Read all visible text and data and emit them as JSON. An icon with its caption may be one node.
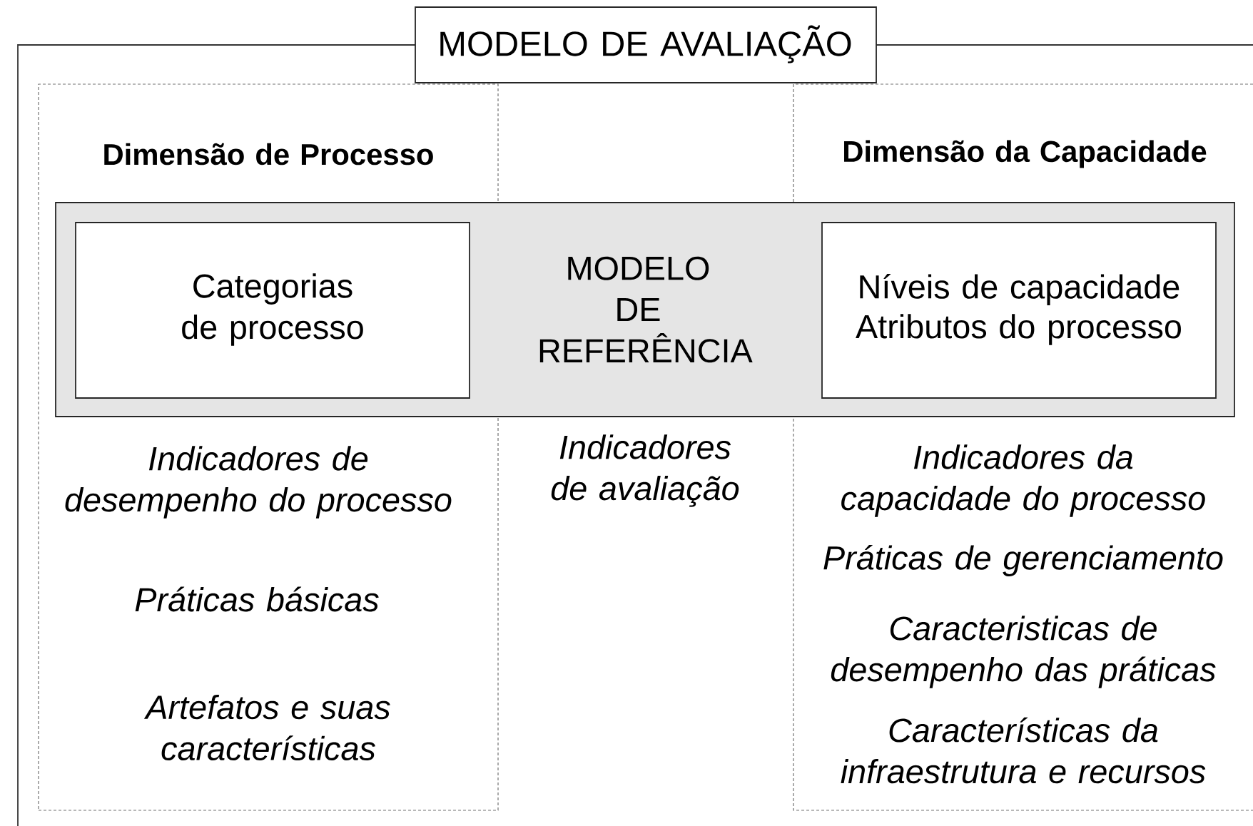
{
  "diagram": {
    "nodes": [
      {
        "text": [
          "MODELO DE AVALIAÇÃO"
        ]
      },
      {
        "text": [
          "Dimensão de Processo",
          "Indicadores de desempenho do processo",
          "Práticas básicas",
          "Artefatos e suas características"
        ]
      },
      {
        "text": [
          "Dimensão da Capacidade",
          "Indicadores da capacidade do processo",
          "Práticas de gerenciamento",
          "Caracteristicas de desempenho das práticas",
          "Características da infraestrutura e recursos"
        ]
      },
      {
        "text": [
          "MODELO DE REFERÊNCIA"
        ]
      },
      {
        "text": [
          "Categorias de processo"
        ]
      },
      {
        "text": [
          "Níveis de capacidade",
          "Atributos do processo"
        ]
      }
    ],
    "labels": [
      "Indicadores de avaliação"
    ]
  }
}
